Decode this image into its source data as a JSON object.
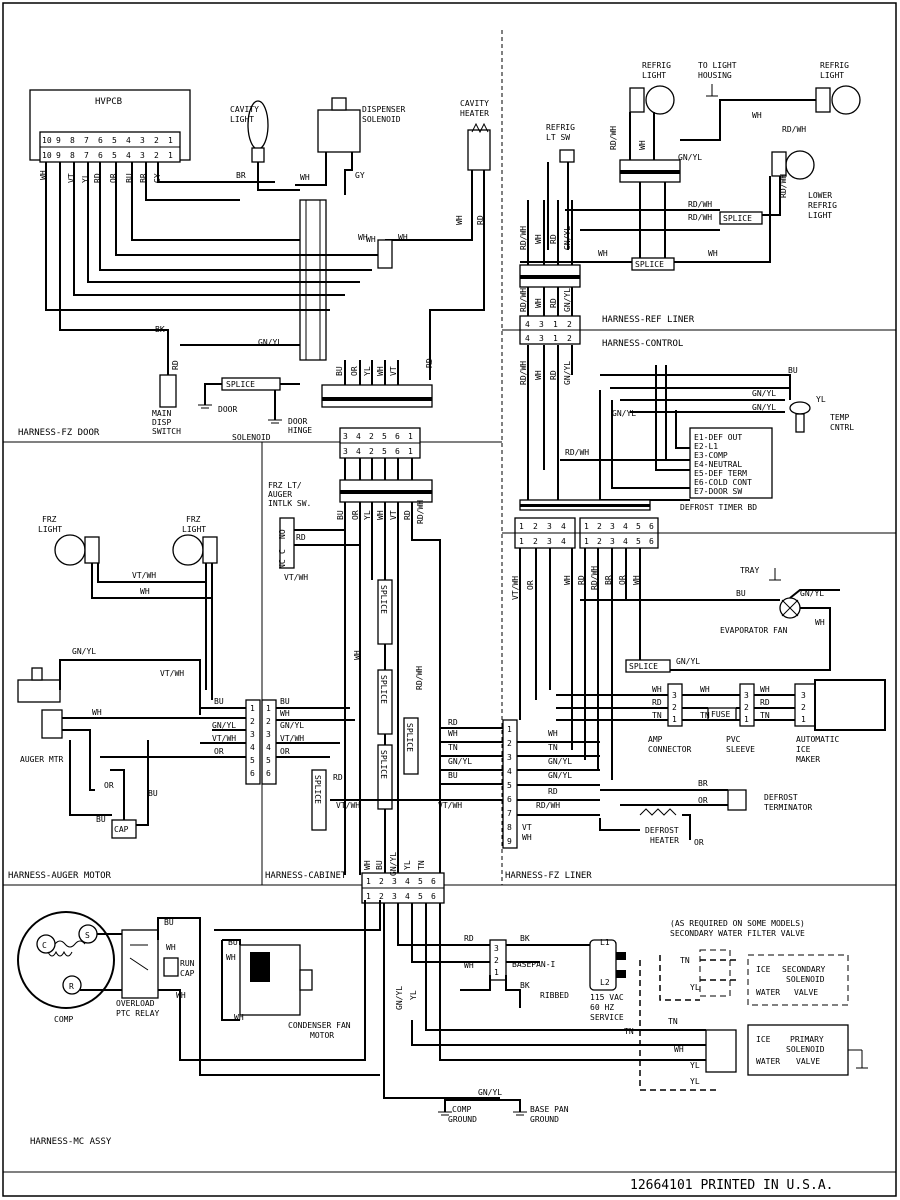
{
  "sections": [
    {
      "key": "fz_door",
      "title": "HARNESS-FZ DOOR"
    },
    {
      "key": "ref_liner",
      "title": "HARNESS-REF LINER"
    },
    {
      "key": "control",
      "title": "HARNESS-CONTROL"
    },
    {
      "key": "auger",
      "title": "HARNESS-AUGER MOTOR"
    },
    {
      "key": "cabinet",
      "title": "HARNESS-CABINET"
    },
    {
      "key": "fz_liner",
      "title": "HARNESS-FZ LINER"
    },
    {
      "key": "mc",
      "title": "HARNESS-MC ASSY"
    }
  ],
  "components": {
    "hvpcb": "HVPCB",
    "cavity_light": "CAVITY LIGHT",
    "dispenser_solenoid": "DISPENSER SOLENOID",
    "cavity_heater": "CAVITY HEATER",
    "refrig_lt_sw": "REFRIG LT SW",
    "refrig_light_1": "REFRIG LIGHT",
    "to_light_housing": "TO LIGHT HOUSING",
    "refrig_light_2": "REFRIG LIGHT",
    "lower_refrig_light": "LOWER REFRIG LIGHT",
    "main_disp_switch": "MAIN DISP SWITCH",
    "door": "DOOR",
    "solenoid": "SOLENOID",
    "door_hinge": "DOOR HINGE",
    "temp_cntrl": "TEMP CNTRL",
    "defrost_timer_bd": "DEFROST TIMER BD",
    "frz_light_1": "FRZ LIGHT",
    "frz_light_2": "FRZ LIGHT",
    "frz_lt_auger": "FRZ LT/ AUGER INTLK SW.",
    "tray": "TRAY",
    "evaporator_fan": "EVAPORATOR FAN",
    "auger_mtr": "AUGER MTR",
    "cap": "CAP",
    "amp_connector": "AMP CONNECTOR",
    "pvc_sleeve": "PVC SLEEVE",
    "automatic_ice_maker": "AUTOMATIC ICE MAKER",
    "fuse": "FUSE",
    "defrost_terminator": "DEFROST TERMINATOR",
    "defrost_heater": "DEFROST HEATER",
    "comp": "COMP",
    "run_cap": "RUN CAP",
    "overload_ptc": "OVERLOAD PTC RELAY",
    "condenser_fan": "CONDENSER FAN MOTOR",
    "basepan": "BASEPAN-I",
    "ribbed": "RIBBED",
    "service": "115 VAC 60 HZ SERVICE",
    "secondary_note": "(AS REQUIRED ON SOME MODELS) SECONDARY WATER FILTER VALVE",
    "secondary_valve": "SECONDARY SOLENOID VALVE",
    "primary_valve": "PRIMARY SOLENOID VALVE",
    "ice": "ICE",
    "water": "WATER",
    "comp_ground": "COMP GROUND",
    "base_pan_ground": "BASE PAN GROUND",
    "splice": "SPLICE"
  },
  "defrost_timer_terminals": [
    "E1-DEF OUT",
    "E2-L1",
    "E3-COMP",
    "E4-NEUTRAL",
    "E5-DEF TERM",
    "E6-COLD CONT",
    "E7-DOOR SW"
  ],
  "hvpcb_pins": [
    "10",
    "9",
    "8",
    "7",
    "6",
    "5",
    "4",
    "3",
    "2",
    "1"
  ],
  "hvpcb_wires": [
    "WH",
    "VT",
    "YL",
    "RD",
    "OR",
    "BU",
    "BR",
    "GY"
  ],
  "wire_codes": {
    "wh": "WH",
    "bk": "BK",
    "rd": "RD",
    "br": "BR",
    "gy": "GY",
    "bu": "BU",
    "or": "OR",
    "yl": "YL",
    "vt": "VT",
    "tn": "TN",
    "gnyl": "GN/YL",
    "rdwh": "RD/WH",
    "vtwh": "VT/WH",
    "gnly": "GN/YL",
    "bk_ref": "BK"
  },
  "connectors": {
    "door_hinge_pins": [
      "3",
      "4",
      "2",
      "5",
      "6",
      "1"
    ],
    "ref_liner_pins": [
      "4",
      "3",
      "1",
      "2"
    ],
    "control_pins_a": [
      "1",
      "2",
      "3",
      "4"
    ],
    "control_pins_b": [
      "1",
      "2",
      "3",
      "4",
      "5",
      "6"
    ],
    "auger_pins": [
      "1",
      "2",
      "3",
      "4",
      "5",
      "6"
    ],
    "fz_liner_pins": [
      "1",
      "2",
      "3",
      "4",
      "5",
      "6",
      "7",
      "8",
      "9"
    ],
    "cabinet_pins": [
      "1",
      "2",
      "3",
      "4",
      "5",
      "6"
    ],
    "icemaker_pins": [
      "3",
      "2",
      "1"
    ],
    "basepan_pins": [
      "3",
      "2",
      "1"
    ],
    "plug_pins": [
      "L1",
      "L2"
    ]
  },
  "compressor_terminals": [
    "C",
    "S",
    "R"
  ],
  "footer": "12664101 PRINTED IN U.S.A."
}
